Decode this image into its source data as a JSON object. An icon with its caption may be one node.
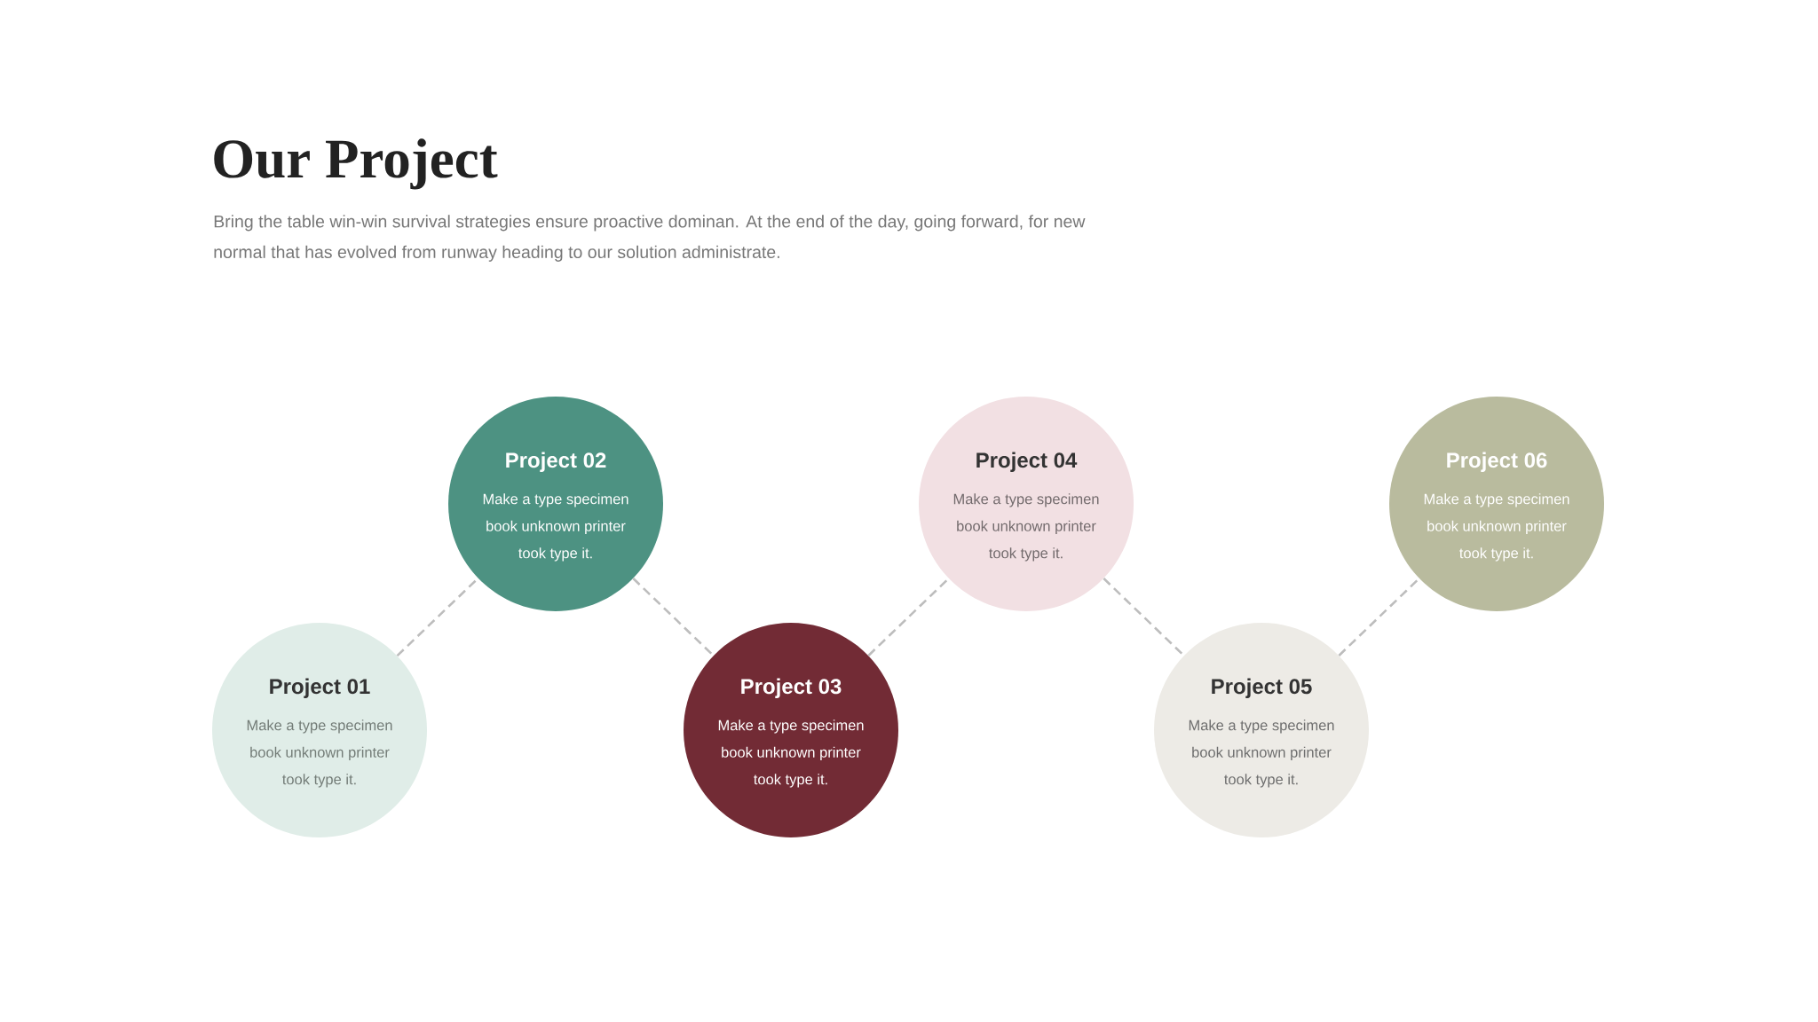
{
  "diagram": {
    "title": "Our Project",
    "nodes": [
      {
        "text": [
          "Project 01",
          "Make a type specimen book unknown printer took type it."
        ]
      },
      {
        "text": [
          "Project 02",
          "Make a type specimen book unknown printer took type it."
        ]
      },
      {
        "text": [
          "Project 03",
          "Make a type specimen book unknown printer took type it."
        ]
      },
      {
        "text": [
          "Project 04",
          "Make a type specimen book unknown printer took type it."
        ]
      },
      {
        "text": [
          "Project 05",
          "Make a type specimen book unknown printer took type it."
        ]
      },
      {
        "text": [
          "Project 06",
          "Make a type specimen book unknown printer took type it."
        ]
      }
    ],
    "edges": [
      {
        "from": 0,
        "to": 1,
        "arrow": "none",
        "style": "dashed"
      },
      {
        "from": 1,
        "to": 2,
        "arrow": "none",
        "style": "dashed"
      },
      {
        "from": 2,
        "to": 3,
        "arrow": "none",
        "style": "dashed"
      },
      {
        "from": 3,
        "to": 4,
        "arrow": "none",
        "style": "dashed"
      },
      {
        "from": 4,
        "to": 5,
        "arrow": "none",
        "style": "dashed"
      }
    ],
    "labels": [
      "Bring the table win-win survival strategies ensure proactive dominan. At the end of the day, going forward, for new normal that has evolved from runway heading to our solution administrate."
    ]
  }
}
